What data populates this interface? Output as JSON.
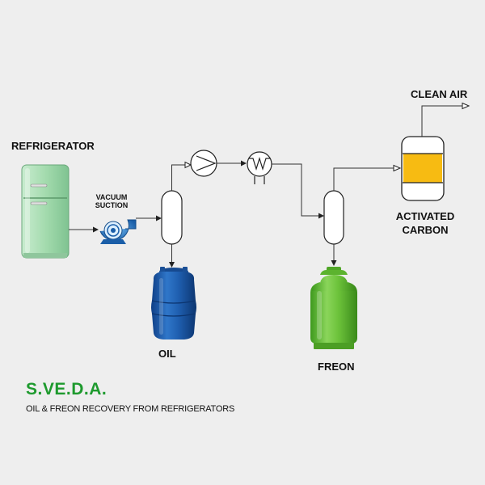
{
  "labels": {
    "refrigerator": "REFRIGERATOR",
    "vacuum_suction_line1": "VACUUM",
    "vacuum_suction_line2": "SUCTION",
    "oil": "OIL",
    "freon": "FREON",
    "activated_carbon_line1": "ACTIVATED",
    "activated_carbon_line2": "CARBON",
    "clean_air": "CLEAN AIR"
  },
  "brand": {
    "name": "S.VE.D.A.",
    "tagline": "OIL & FREON RECOVERY FROM REFRIGERATORS"
  },
  "colors": {
    "background": "#eeeeee",
    "brand_green": "#1e9a2e",
    "fridge_green": "#9fd7a8",
    "oil_drum_blue": "#1f5fb0",
    "freon_cylinder_green": "#6cc23a",
    "carbon_yellow": "#f7bb12",
    "blower_blue": "#2a7fd0"
  },
  "icons": [
    "refrigerator-icon",
    "vacuum-blower-icon",
    "oil-drum-icon",
    "freon-cylinder-icon",
    "pump-icon",
    "condenser-icon",
    "separator-icon",
    "carbon-filter-icon"
  ]
}
